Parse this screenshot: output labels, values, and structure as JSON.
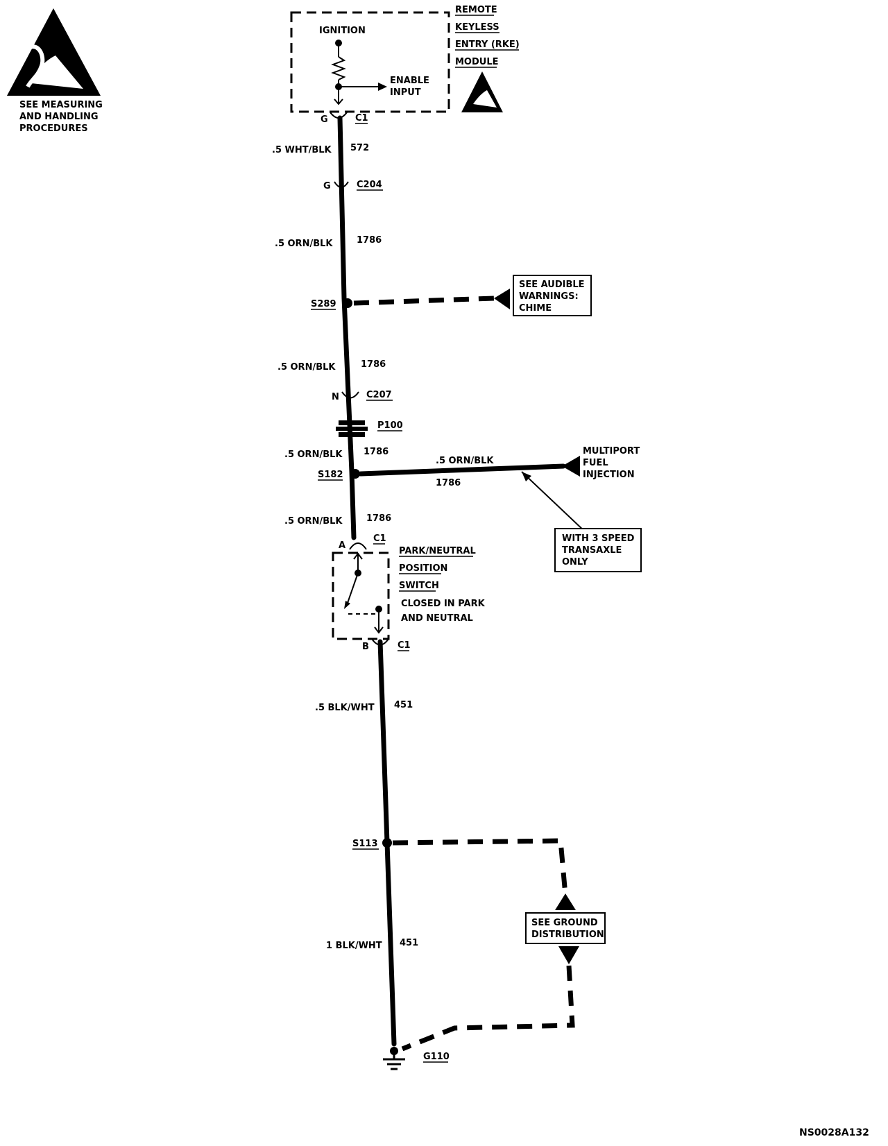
{
  "esd_note": [
    "SEE MEASURING",
    "AND HANDLING",
    "PROCEDURES"
  ],
  "module": {
    "name_lines": [
      "REMOTE",
      "KEYLESS",
      "ENTRY (RKE)",
      "MODULE"
    ],
    "ignition": "IGNITION",
    "enable_input": [
      "ENABLE",
      "INPUT"
    ],
    "pin": "G",
    "connector": "C1"
  },
  "wires": [
    {
      "gauge_color": ".5 WHT/BLK",
      "circuit": "572"
    },
    {
      "gauge_color": ".5 ORN/BLK",
      "circuit": "1786"
    },
    {
      "gauge_color": ".5 ORN/BLK",
      "circuit": "1786"
    },
    {
      "gauge_color": ".5 ORN/BLK",
      "circuit": "1786"
    },
    {
      "gauge_color": ".5 ORN/BLK",
      "circuit": "1786"
    },
    {
      "gauge_color": ".5 BLK/WHT",
      "circuit": "451"
    },
    {
      "gauge_color": "1 BLK/WHT",
      "circuit": "451"
    }
  ],
  "c204": {
    "pin": "G",
    "label": "C204"
  },
  "s289": {
    "label": "S289",
    "ref": [
      "SEE AUDIBLE",
      "WARNINGS:",
      "CHIME"
    ]
  },
  "c207": {
    "pin": "N",
    "label": "C207"
  },
  "p100": {
    "label": "P100"
  },
  "s182": {
    "label": "S182",
    "branch_gauge_color": ".5 ORN/BLK",
    "branch_circuit": "1786",
    "dest": [
      "MULTIPORT",
      "FUEL",
      "INJECTION"
    ],
    "note": [
      "WITH 3 SPEED",
      "TRANSAXLE",
      "ONLY"
    ]
  },
  "switch": {
    "pin_a": "A",
    "pin_b": "B",
    "connector": "C1",
    "name_lines": [
      "PARK/NEUTRAL",
      "POSITION",
      "SWITCH"
    ],
    "desc_lines": [
      "CLOSED IN PARK",
      "AND NEUTRAL"
    ]
  },
  "s113": {
    "label": "S113",
    "ref": [
      "SEE GROUND",
      "DISTRIBUTION"
    ]
  },
  "ground": {
    "label": "G110"
  },
  "figure_id": "NS0028A132"
}
